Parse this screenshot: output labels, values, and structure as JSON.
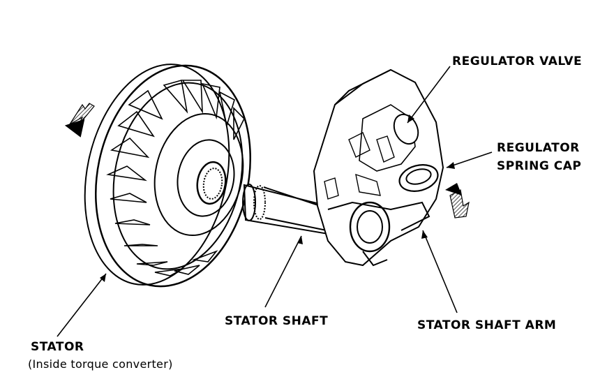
{
  "labels": {
    "regulator_valve": "REGULATOR VALVE",
    "regulator_spring_cap_line1": "REGULATOR",
    "regulator_spring_cap_line2": "SPRING CAP",
    "stator_shaft": "STATOR SHAFT",
    "stator_shaft_arm": "STATOR SHAFT ARM",
    "stator": "STATOR",
    "stator_note": "(Inside torque converter)"
  },
  "colors": {
    "ink": "#000000",
    "background": "#ffffff"
  }
}
